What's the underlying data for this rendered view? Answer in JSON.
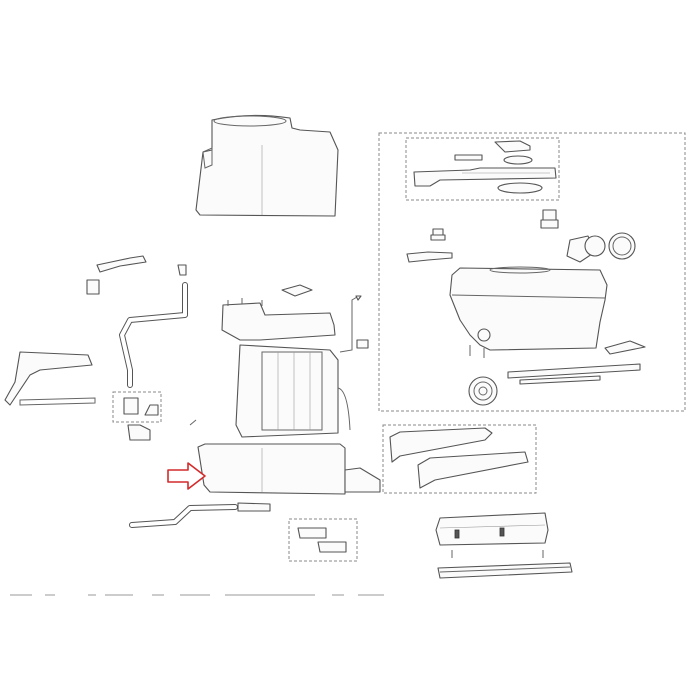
{
  "diagram": {
    "type": "exploded-parts-diagram",
    "highlight_arrow": {
      "color": "#d42a2a",
      "icon": "right-arrow-outline",
      "points_to": "bottom-base-housing"
    },
    "line_color": "#555555",
    "background": "#ffffff"
  }
}
